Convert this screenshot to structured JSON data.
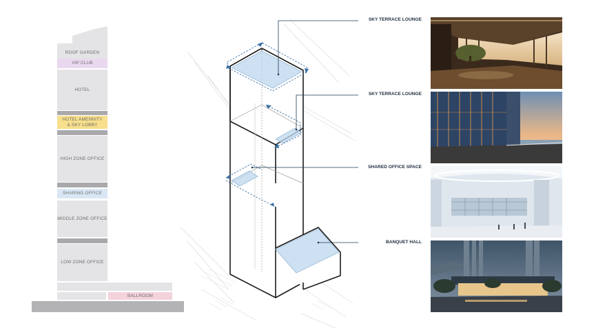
{
  "stack": {
    "roof_garden": "ROOF GARDEN",
    "vip_club": "VIP CLUB",
    "hotel": "HOTEL",
    "hotel_amenity_line1": "HOTEL AMENNITY",
    "hotel_amenity_line2": "& SKY LOBBY",
    "high_zone_office": "HIGH ZONE OFFICE",
    "sharing_office": "SHARING OFFICE",
    "middle_zone_office": "MIDDLE ZONE OFFICE",
    "low_zone_office": "LOW  ZONE OFFICE",
    "ballroom": "BALLROOM"
  },
  "callouts": [
    {
      "label": "SKY TERRACE LOUNGE"
    },
    {
      "label": "SKY TERRACE LOUNGE"
    },
    {
      "label": "SHARED OFFICE SPACE"
    },
    {
      "label": "BANQUET HALL"
    }
  ],
  "colors": {
    "vip_club": "#e9d8ef",
    "hotel_amenity": "#f7df8c",
    "sharing_office": "#d9e7f5",
    "ballroom": "#f3d2dc",
    "leader_line": "#1d3a55",
    "highlight_blue": "#bcd7ef"
  }
}
